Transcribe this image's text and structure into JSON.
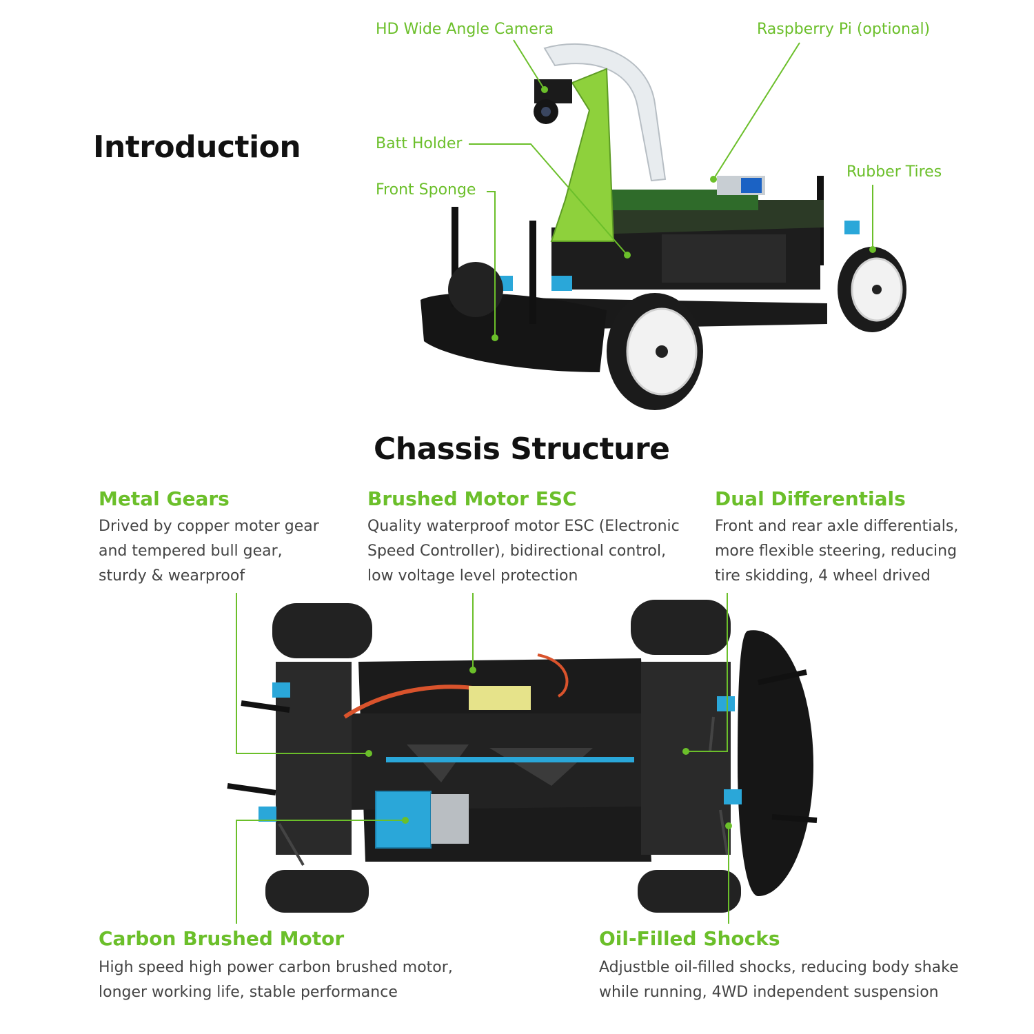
{
  "intro": {
    "heading": "Introduction",
    "callouts": {
      "camera": "HD Wide Angle Camera",
      "raspberry": "Raspberry Pi (optional)",
      "batt_holder": "Batt Holder",
      "front_sponge": "Front Sponge",
      "rubber_tires": "Rubber Tires"
    }
  },
  "chassis": {
    "heading": "Chassis Structure",
    "features": [
      {
        "title": "Metal Gears",
        "lines": [
          "Drived by copper moter gear",
          "and tempered bull gear,",
          "sturdy & wearproof"
        ]
      },
      {
        "title": "Brushed Motor ESC",
        "lines": [
          "Quality waterproof motor ESC (Electronic",
          "Speed Controller), bidirectional control,",
          "low voltage level protection"
        ]
      },
      {
        "title": "Dual Differentials",
        "lines": [
          "Front and rear axle differentials,",
          "more flexible steering, reducing",
          "tire skidding, 4 wheel drived"
        ]
      },
      {
        "title": "Carbon Brushed Motor",
        "lines": [
          "High speed high power carbon brushed motor,",
          "longer working life, stable performance"
        ]
      },
      {
        "title": "Oil-Filled Shocks",
        "lines": [
          "Adjustble oil-filled shocks, reducing body shake",
          "while running, 4WD independent suspension"
        ]
      }
    ]
  },
  "colors": {
    "accent": "#6bbf2a",
    "heading": "#111111",
    "body": "#444444",
    "part_green": "#8ed13c",
    "part_blue": "#2aa7d9"
  }
}
